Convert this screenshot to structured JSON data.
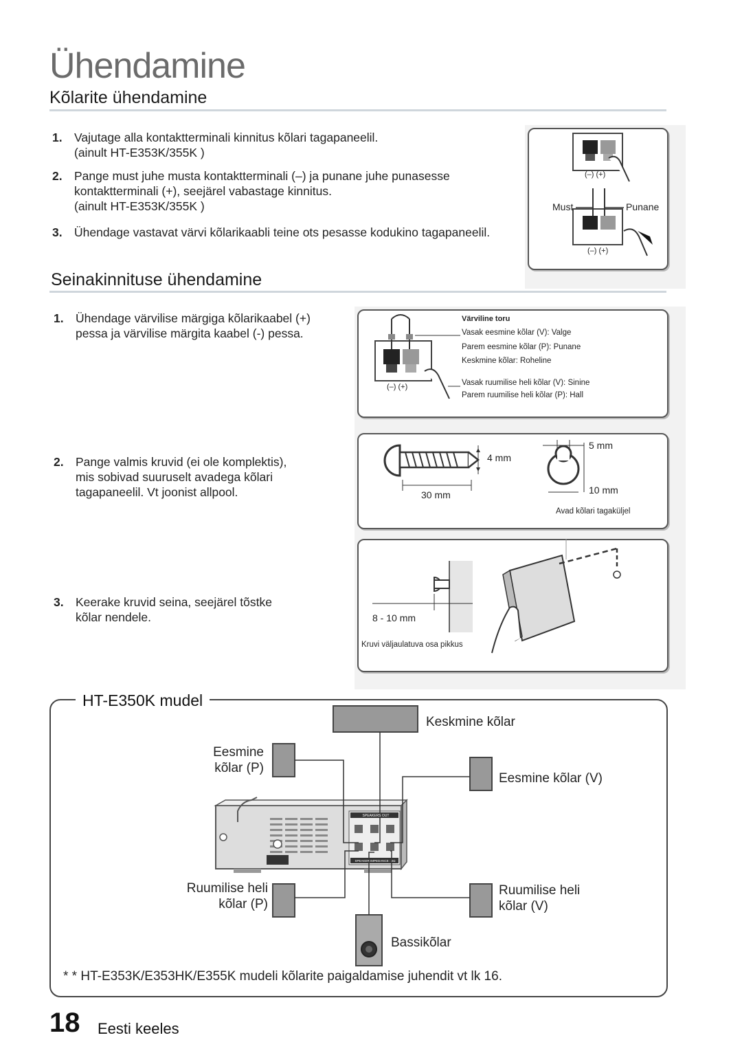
{
  "page": {
    "title": "Ühendamine",
    "page_number": "18",
    "language": "Eesti keeles"
  },
  "section1": {
    "title": "Kõlarite ühendamine",
    "steps": [
      {
        "num": "1.",
        "text": "Vajutage alla kontaktterminali kinnitus kõlari tagapaneelil.",
        "note": "(ainult HT-E353K/355K )"
      },
      {
        "num": "2.",
        "text": "Pange must juhe musta kontaktterminali (–) ja punane juhe punasesse kontaktterminali (+), seejärel vabastage kinnitus.",
        "note": "(ainult HT-E353K/355K )"
      },
      {
        "num": "3.",
        "text": "Ühendage vastavat värvi kõlarikaabli teine ots pesasse kodukino tagapaneelil."
      }
    ],
    "figure": {
      "polarity": "(–)  (+)",
      "black_label": "Must",
      "red_label": "Punane"
    }
  },
  "section2": {
    "title": "Seinakinnituse ühendamine",
    "steps": [
      {
        "num": "1.",
        "text": "Ühendage värvilise märgiga kõlarikaabel (+) pessa ja värvilise märgita kaabel (-) pessa."
      },
      {
        "num": "2.",
        "text": "Pange valmis kruvid (ei ole komplektis), mis sobivad suuruselt avadega kõlari tagapaneelil. Vt joonist allpool."
      },
      {
        "num": "3.",
        "text": "Keerake kruvid seina, seejärel tõstke kõlar nendele."
      }
    ],
    "tube_figure": {
      "heading": "Värviline toru",
      "polarity": "(–)  (+)",
      "items": [
        "Vasak eesmine kõlar (V): Valge",
        "Parem eesmine kõlar (P): Punane",
        "Keskmine kõlar: Roheline",
        "Vasak ruumilise heli kõlar (V): Sinine",
        "Parem ruumilise heli kõlar (P): Hall"
      ]
    },
    "screw_figure": {
      "diameter": "4  mm",
      "length": "30 mm",
      "hole_width": "5 mm",
      "hole_height": "10 mm",
      "hole_caption": "Avad kõlari tagaküljel"
    },
    "wall_figure": {
      "protrusion": "8 - 10 mm",
      "caption": "Kruvi väljaulatuva osa pikkus"
    }
  },
  "model_box": {
    "title": "HT-E350K mudel",
    "labels": {
      "center": "Keskmine kõlar",
      "front_right": "Eesmine\nkõlar (P)",
      "front_left": "Eesmine kõlar (V)",
      "surround_right": "Ruumilise heli\nkõlar (P)",
      "surround_left": "Ruumilise heli\nkõlar (V)",
      "subwoofer": "Bassikõlar"
    },
    "panel_texts": {
      "speakers_out": "SPEAKERS OUT",
      "impedance": "SPEAKER IMPEDANCE : 3Ω"
    },
    "footnote": "* * HT-E353K/E353HK/E355K mudeli kõlarite paigaldamise juhendit vt lk 16."
  }
}
